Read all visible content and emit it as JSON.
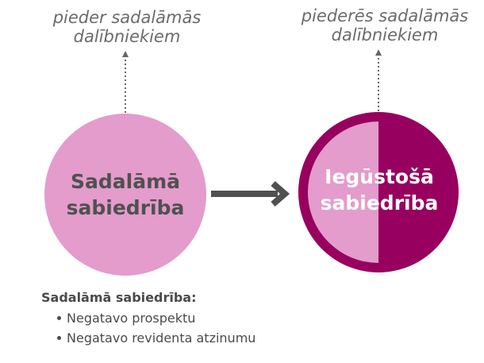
{
  "left_entity": {
    "top_label_lines": [
      "pieder sadalāmās",
      "dalībniekiem"
    ],
    "name_lines": [
      "Sadalāmā",
      "sabiedrība"
    ]
  },
  "right_entity": {
    "top_label_lines": [
      "piederēs sadalāmās",
      "dalībniekiem"
    ],
    "name_lines": [
      "Iegūstošā",
      "sabiedrība"
    ]
  },
  "notes": {
    "heading": "Sadalāmā sabiedrība:",
    "items": [
      "Negatavo prospektu",
      "Negatavo revidenta atzinumu"
    ]
  },
  "colors": {
    "light_pink": "#e39ccb",
    "dark_magenta": "#98005f",
    "arrow_gray": "#505050",
    "text_gray": "#6b6b6b"
  }
}
